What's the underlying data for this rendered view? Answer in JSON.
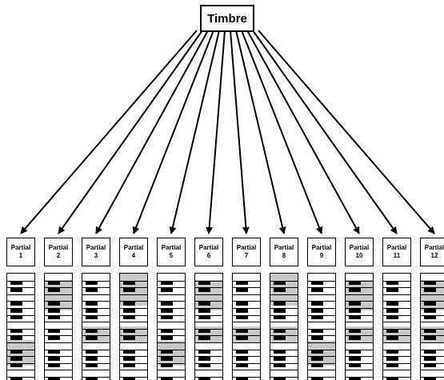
{
  "title": "Timbre",
  "partials": [
    {
      "label": "Partial",
      "number": "1",
      "shade": [
        [
          0.62,
          0.86
        ]
      ]
    },
    {
      "label": "Partial",
      "number": "2",
      "shade": [
        [
          0.06,
          0.34
        ]
      ]
    },
    {
      "label": "Partial",
      "number": "3",
      "shade": [
        [
          0.49,
          0.64
        ]
      ]
    },
    {
      "label": "Partial",
      "number": "4",
      "shade": [
        [
          0.0,
          0.3
        ],
        [
          0.49,
          0.64
        ]
      ]
    },
    {
      "label": "Partial",
      "number": "5",
      "shade": [
        [
          0.63,
          0.86
        ]
      ]
    },
    {
      "label": "Partial",
      "number": "6",
      "shade": [
        [
          0.06,
          0.34
        ],
        [
          0.49,
          0.64
        ]
      ]
    },
    {
      "label": "Partial",
      "number": "7",
      "shade": [
        [
          0.49,
          0.64
        ]
      ]
    },
    {
      "label": "Partial",
      "number": "8",
      "shade": [
        [
          0.0,
          0.3
        ],
        [
          0.49,
          0.64
        ]
      ]
    },
    {
      "label": "Partial",
      "number": "9",
      "shade": [
        [
          0.63,
          0.86
        ]
      ]
    },
    {
      "label": "Partial",
      "number": "10",
      "shade": [
        [
          0.06,
          0.34
        ],
        [
          0.49,
          0.64
        ]
      ]
    },
    {
      "label": "Partial",
      "number": "11",
      "shade": [
        [
          0.49,
          0.64
        ]
      ]
    },
    {
      "label": "Partial",
      "number": "12",
      "shade": [
        [
          0.06,
          0.34
        ],
        [
          0.49,
          0.64
        ]
      ]
    }
  ],
  "colors": {
    "shade": "#c8c8c8",
    "line": "#000000",
    "background": "#ffffff"
  }
}
